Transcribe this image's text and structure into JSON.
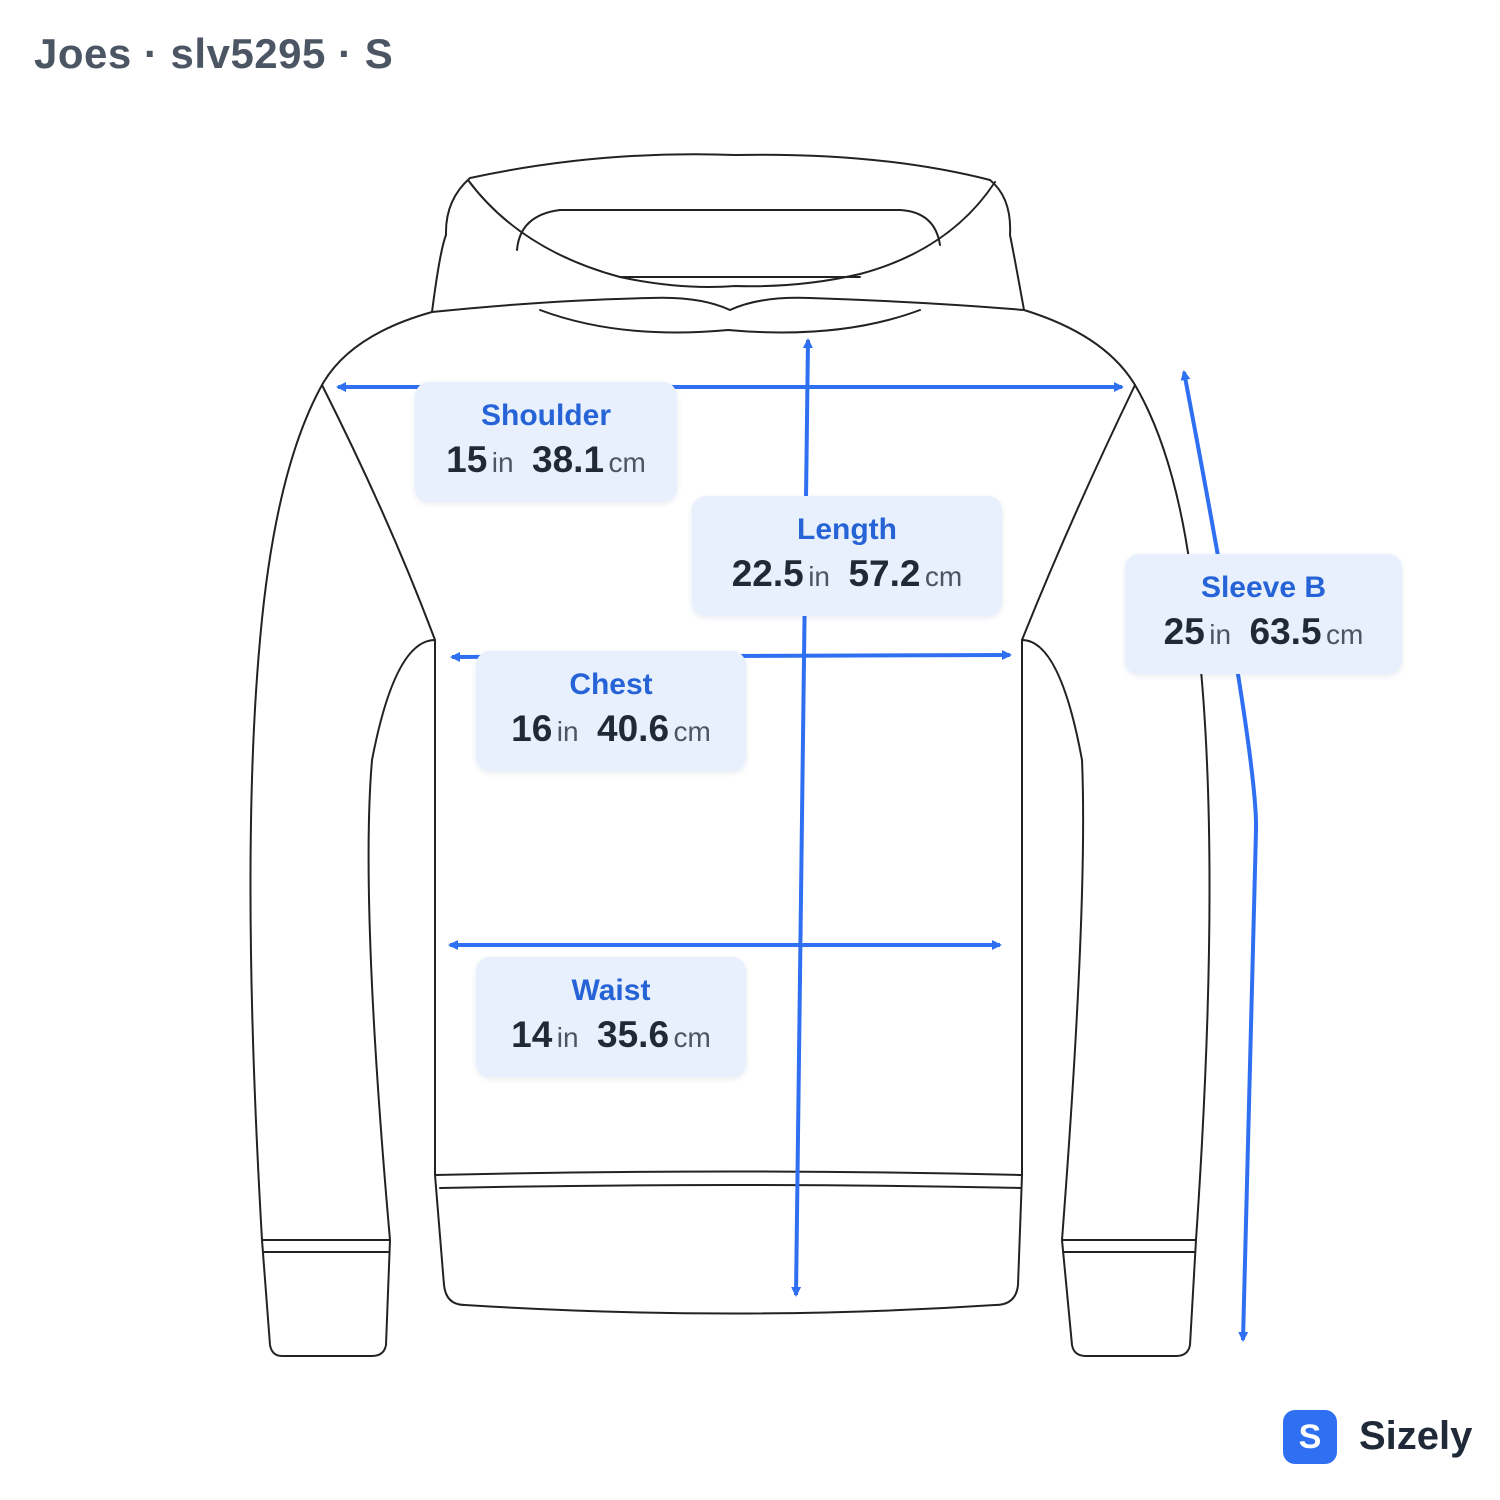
{
  "header": {
    "title": "Joes · slv5295 · S"
  },
  "colors": {
    "accent": "#2f6ff2",
    "outline": "#222222",
    "label_bg": "#e8f0fd"
  },
  "measurements": {
    "shoulder": {
      "name": "Shoulder",
      "in": "15",
      "cm": "38.1"
    },
    "length": {
      "name": "Length",
      "in": "22.5",
      "cm": "57.2"
    },
    "sleeve": {
      "name": "Sleeve B",
      "in": "25",
      "cm": "63.5"
    },
    "chest": {
      "name": "Chest",
      "in": "16",
      "cm": "40.6"
    },
    "waist": {
      "name": "Waist",
      "in": "14",
      "cm": "35.6"
    }
  },
  "units": {
    "inch": "in",
    "cm": "cm"
  },
  "brand": {
    "badge": "S",
    "name": "Sizely",
    "icon": "sizely-logo-icon"
  }
}
